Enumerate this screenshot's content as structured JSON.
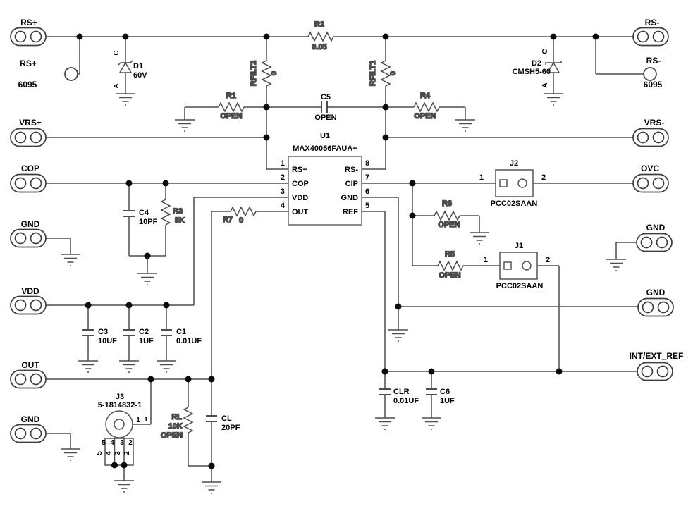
{
  "ports": {
    "rs_plus": "RS+",
    "rs_plus_pin": "RS+",
    "rs_plus_pin_num": "6095",
    "rs_minus": "RS-",
    "rs_minus_pin": "RS-",
    "rs_minus_pin_num": "6095",
    "vrs_plus": "VRS+",
    "vrs_minus": "VRS-",
    "cop": "COP",
    "ovc": "OVC",
    "gnd": "GND",
    "vdd": "VDD",
    "out": "OUT",
    "int_ext_ref": "INT/EXT_REF"
  },
  "ic": {
    "ref": "U1",
    "part": "MAX40056FAUA+",
    "pins_left": [
      {
        "num": "1",
        "name": "RS+"
      },
      {
        "num": "2",
        "name": "COP"
      },
      {
        "num": "3",
        "name": "VDD"
      },
      {
        "num": "4",
        "name": "OUT"
      }
    ],
    "pins_right": [
      {
        "num": "8",
        "name": "RS-"
      },
      {
        "num": "7",
        "name": "CIP"
      },
      {
        "num": "6",
        "name": "GND"
      },
      {
        "num": "5",
        "name": "REF"
      }
    ]
  },
  "diodes": {
    "d1": {
      "ref": "D1",
      "value": "60V",
      "cathode": "C",
      "anode": "A"
    },
    "d2": {
      "ref": "D2",
      "value": "CMSH5-60",
      "cathode": "C",
      "anode": "A"
    }
  },
  "resistors": {
    "r1": {
      "ref": "R1",
      "value": "OPEN"
    },
    "r2": {
      "ref": "R2",
      "value": "0.05"
    },
    "r3": {
      "ref": "R3",
      "value": "5K"
    },
    "r4": {
      "ref": "R4",
      "value": "OPEN"
    },
    "r5": {
      "ref": "R5",
      "value": "OPEN"
    },
    "r6": {
      "ref": "R6",
      "value": "OPEN"
    },
    "r7": {
      "ref": "R7",
      "value": "0"
    },
    "rfilt1": {
      "ref": "RFILT1",
      "value": "0"
    },
    "rfilt2": {
      "ref": "RFILT2",
      "value": "0"
    },
    "rl": {
      "ref": "RL",
      "value": "10K",
      "note": "OPEN"
    }
  },
  "capacitors": {
    "c1": {
      "ref": "C1",
      "value": "0.01UF"
    },
    "c2": {
      "ref": "C2",
      "value": "1UF"
    },
    "c3": {
      "ref": "C3",
      "value": "10UF"
    },
    "c4": {
      "ref": "C4",
      "value": "10PF"
    },
    "c5": {
      "ref": "C5",
      "value": "OPEN"
    },
    "c6": {
      "ref": "C6",
      "value": "1UF"
    },
    "cl": {
      "ref": "CL",
      "value": "20PF"
    },
    "clr": {
      "ref": "CLR",
      "value": "0.01UF"
    }
  },
  "connectors": {
    "j1": {
      "ref": "J1",
      "part": "PCC02SAAN",
      "pin1": "1",
      "pin2": "2"
    },
    "j2": {
      "ref": "J2",
      "part": "PCC02SAAN",
      "pin1": "1",
      "pin2": "2"
    },
    "j3": {
      "ref": "J3",
      "part": "5-1814832-1",
      "pin1_a": "1",
      "pin1_b": "1",
      "row": [
        "5",
        "4",
        "3",
        "2"
      ]
    }
  }
}
